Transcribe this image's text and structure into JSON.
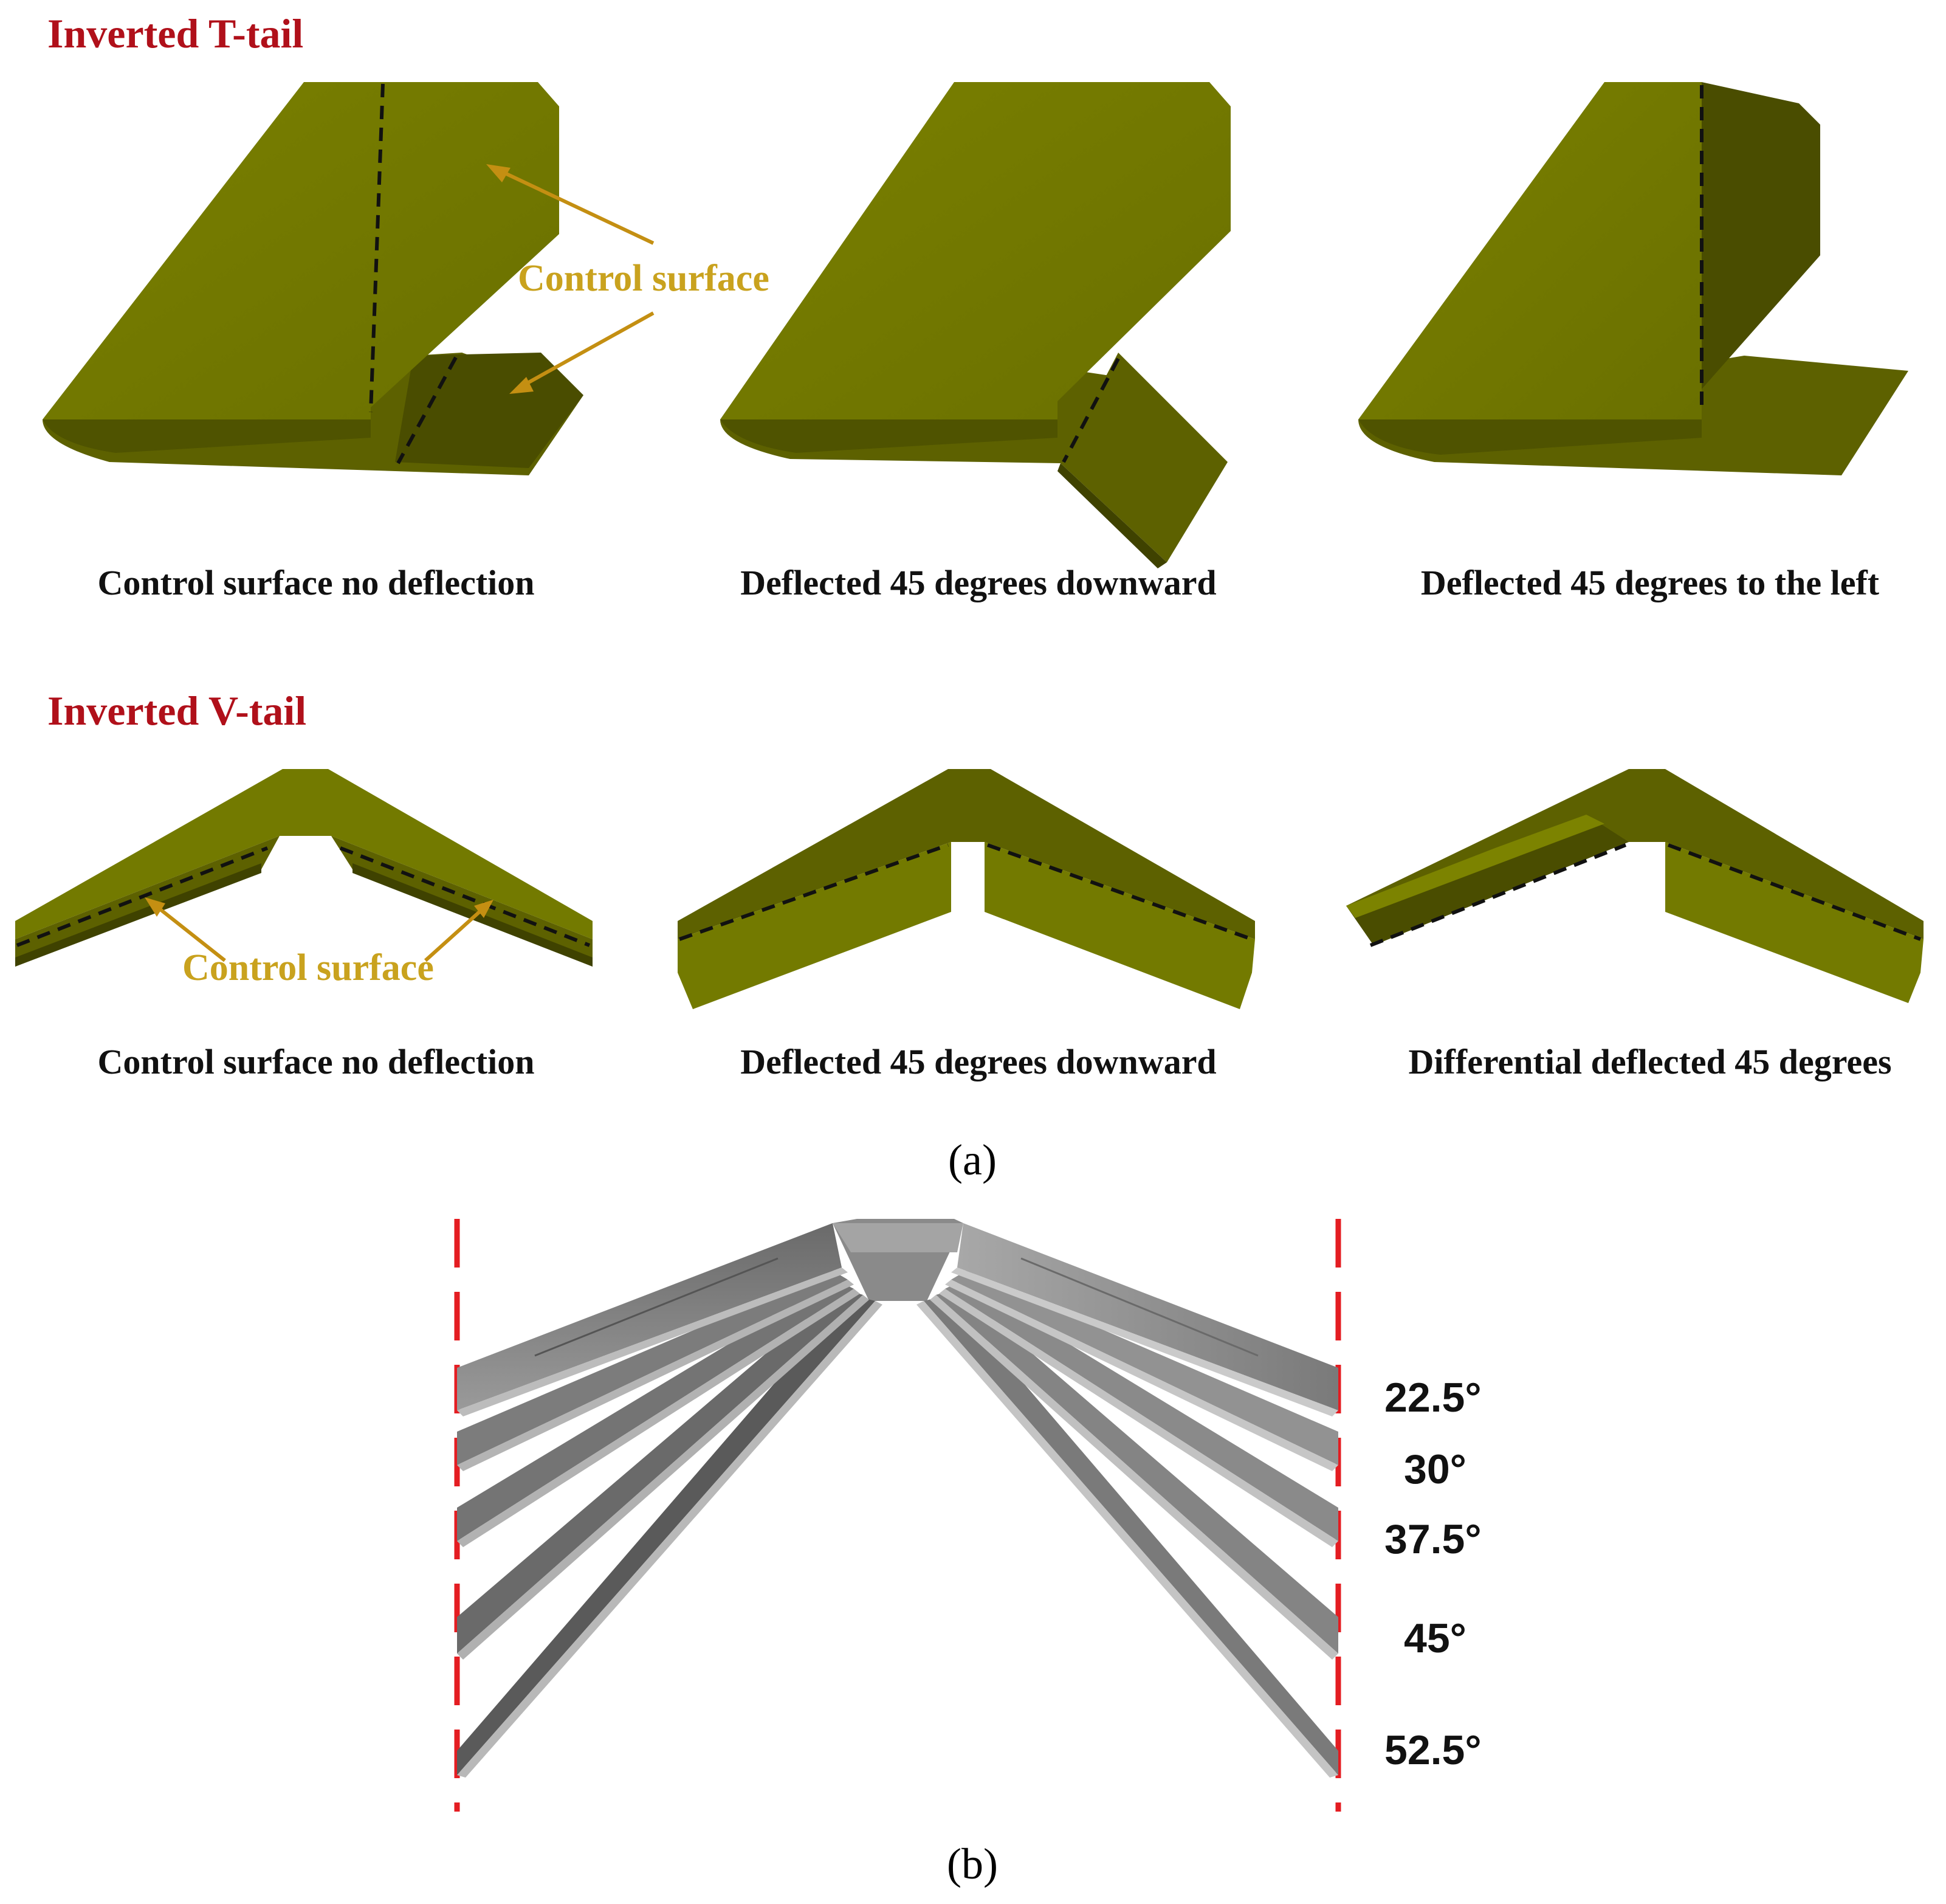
{
  "colors": {
    "tail_top": "#737a00",
    "tail_light": "#7c8300",
    "tail_dark": "#4a4d00",
    "tail_mid": "#5d6100",
    "section_title": "#b0101a",
    "annotation": "#c9a21e",
    "cutline": "#e41d22",
    "gray_dark": "#5e5e5e",
    "gray_mid": "#8a8a8a",
    "gray_light": "#b4b4b4"
  },
  "panel_a": {
    "t_tail": {
      "title": "Inverted T-tail",
      "annotation": "Control surface",
      "captions": [
        "Control surface no deflection",
        "Deflected 45 degrees downward",
        "Deflected 45 degrees to the left"
      ]
    },
    "v_tail": {
      "title": "Inverted V-tail",
      "annotation": "Control surface",
      "captions": [
        "Control surface no deflection",
        "Deflected 45 degrees downward",
        "Differential deflected 45 degrees"
      ]
    },
    "label": "(a)"
  },
  "panel_b": {
    "angles": [
      "22.5°",
      "30°",
      "37.5°",
      "45°",
      "52.5°"
    ],
    "label": "(b)"
  }
}
